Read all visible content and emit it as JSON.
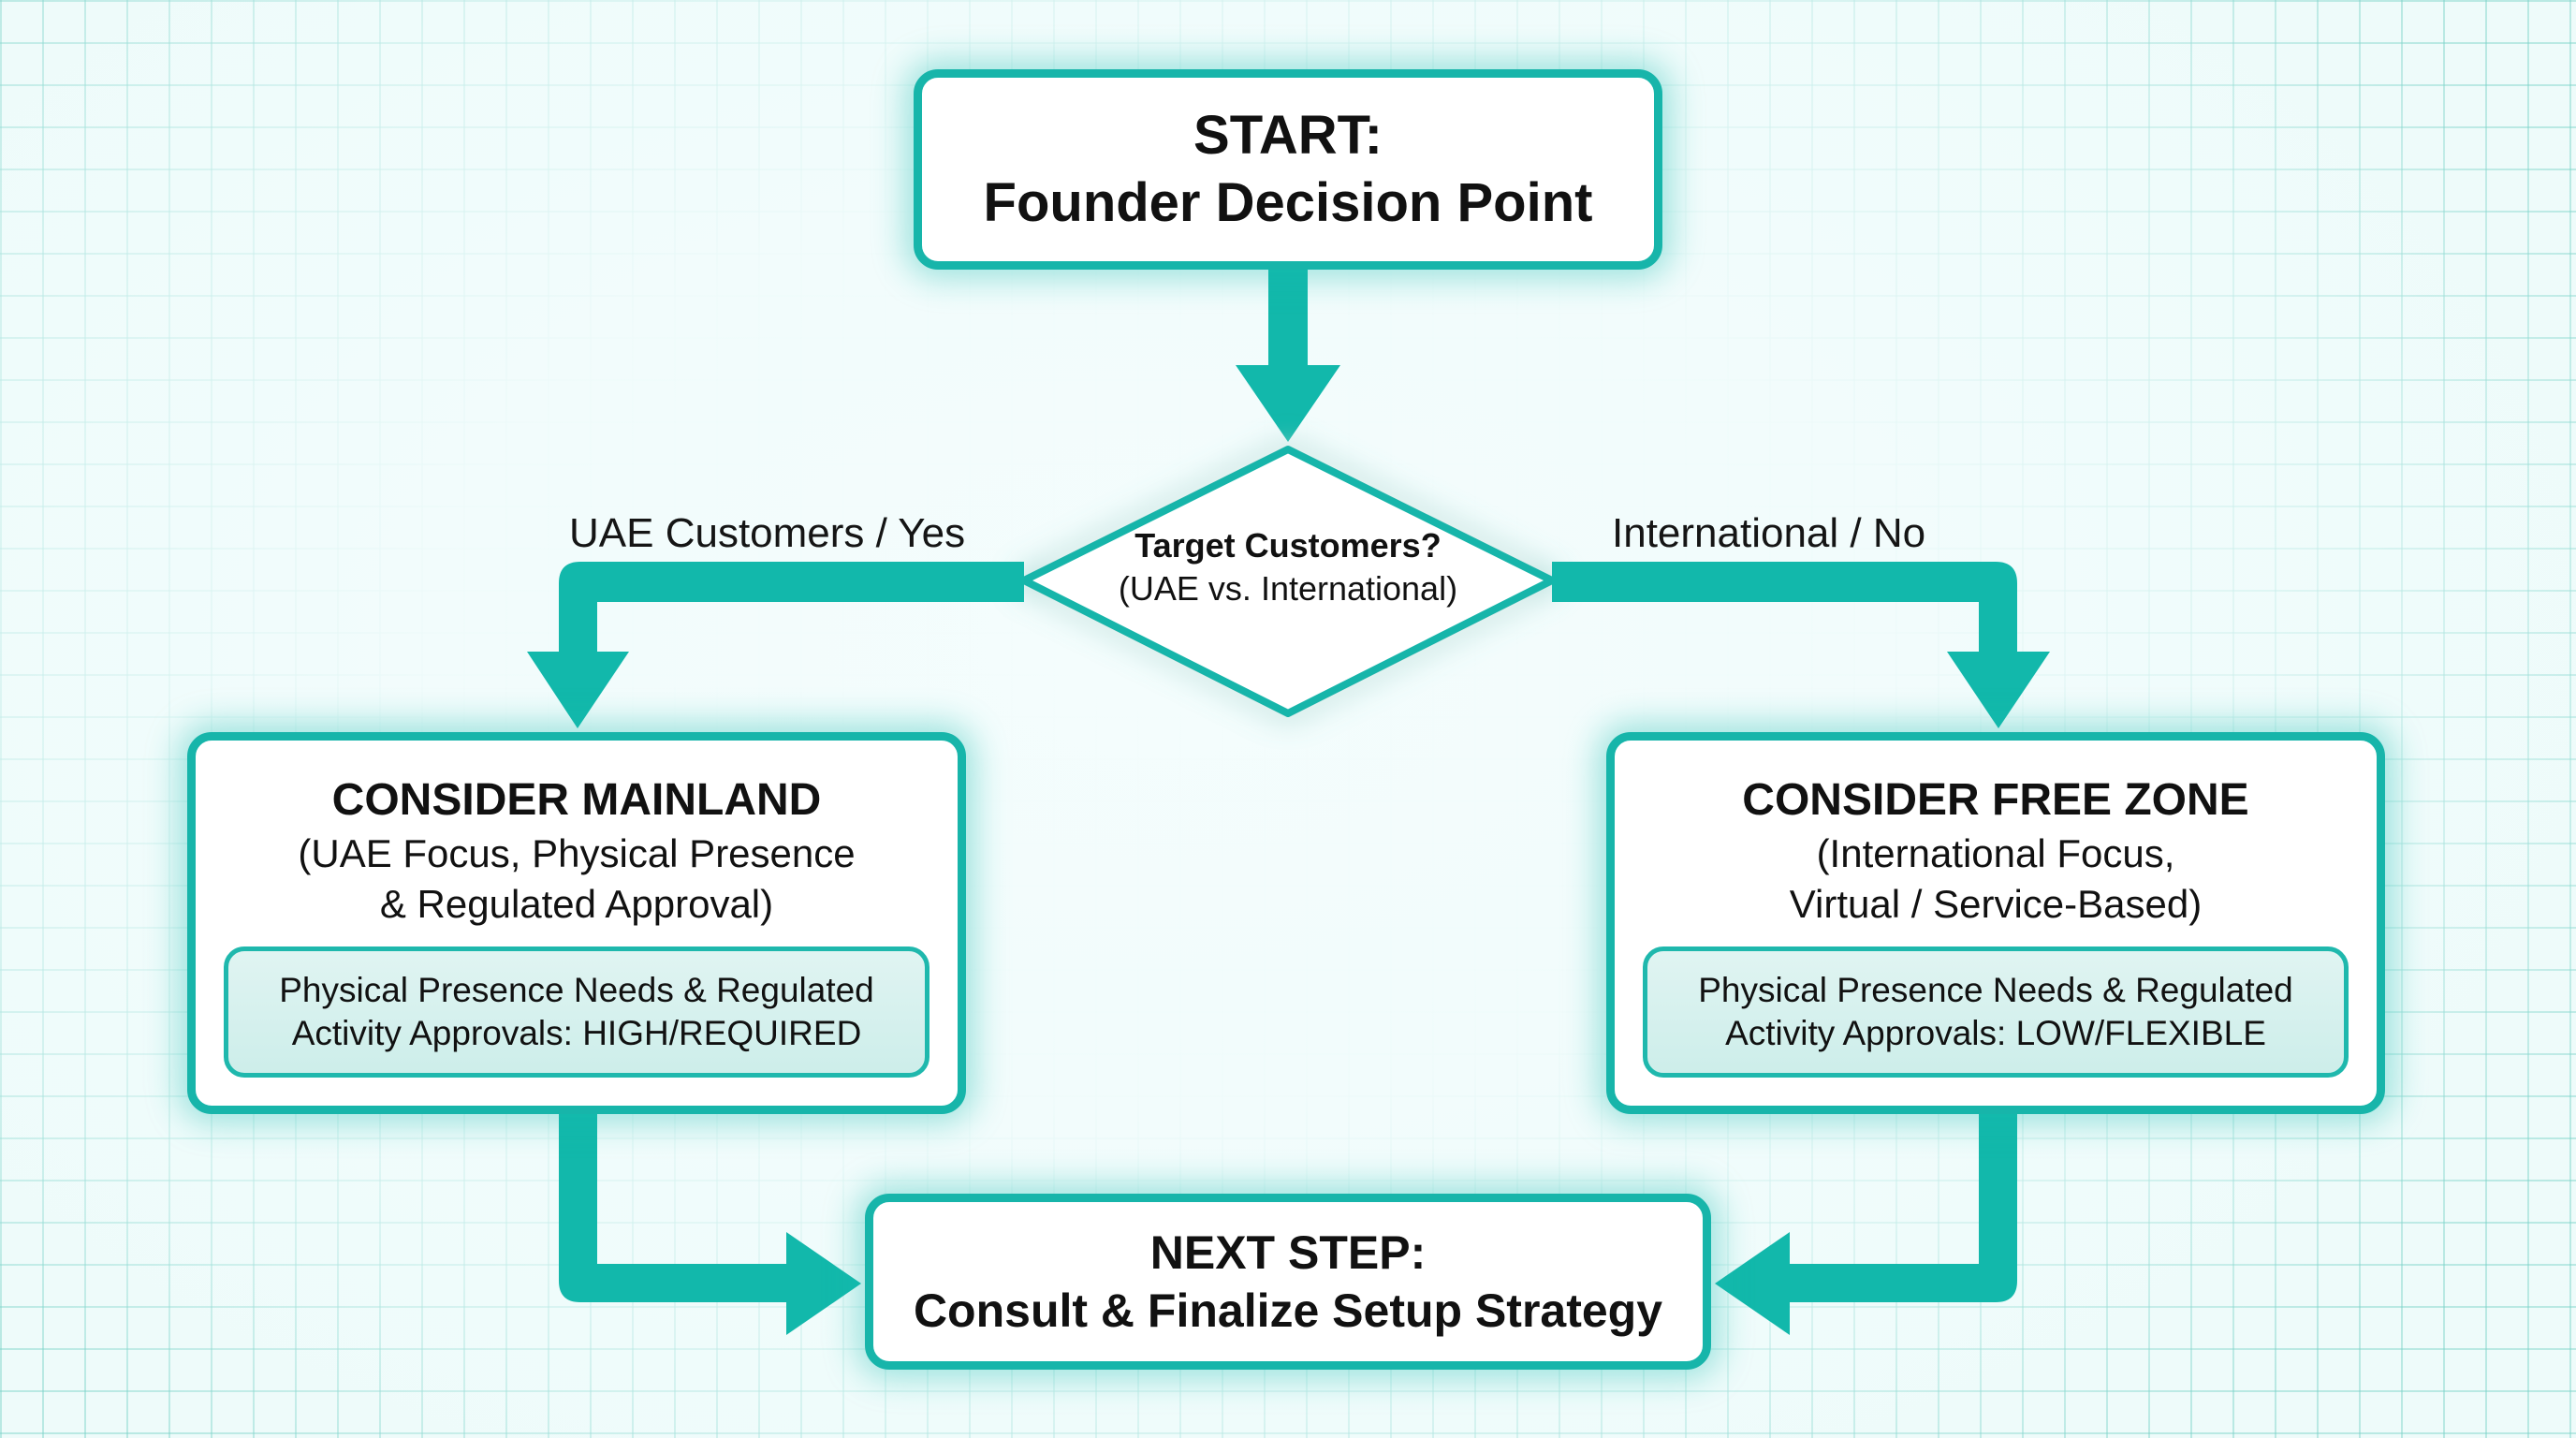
{
  "diagram": {
    "type": "flowchart",
    "accent_color": "#17b5aa",
    "start": {
      "line1": "START:",
      "line2": "Founder Decision Point"
    },
    "decision": {
      "question": "Target Customers?",
      "subtitle": "(UAE vs. International)"
    },
    "branches": {
      "left_label": "UAE Customers / Yes",
      "right_label": "International / No"
    },
    "mainland": {
      "title": "CONSIDER MAINLAND",
      "sub_line1": "(UAE Focus, Physical Presence",
      "sub_line2": "& Regulated Approval)",
      "detail_line1": "Physical Presence Needs & Regulated",
      "detail_line2": "Activity Approvals: HIGH/REQUIRED"
    },
    "freezone": {
      "title": "CONSIDER FREE ZONE",
      "sub_line1": "(International Focus,",
      "sub_line2": "Virtual / Service-Based)",
      "detail_line1": "Physical Presence Needs & Regulated",
      "detail_line2": "Activity Approvals: LOW/FLEXIBLE"
    },
    "next_step": {
      "line1": "NEXT STEP:",
      "line2": "Consult & Finalize Setup Strategy"
    },
    "edges": [
      {
        "from": "start",
        "to": "decision"
      },
      {
        "from": "decision",
        "to": "mainland",
        "label": "UAE Customers / Yes"
      },
      {
        "from": "decision",
        "to": "freezone",
        "label": "International / No"
      },
      {
        "from": "mainland",
        "to": "next_step"
      },
      {
        "from": "freezone",
        "to": "next_step"
      }
    ]
  }
}
